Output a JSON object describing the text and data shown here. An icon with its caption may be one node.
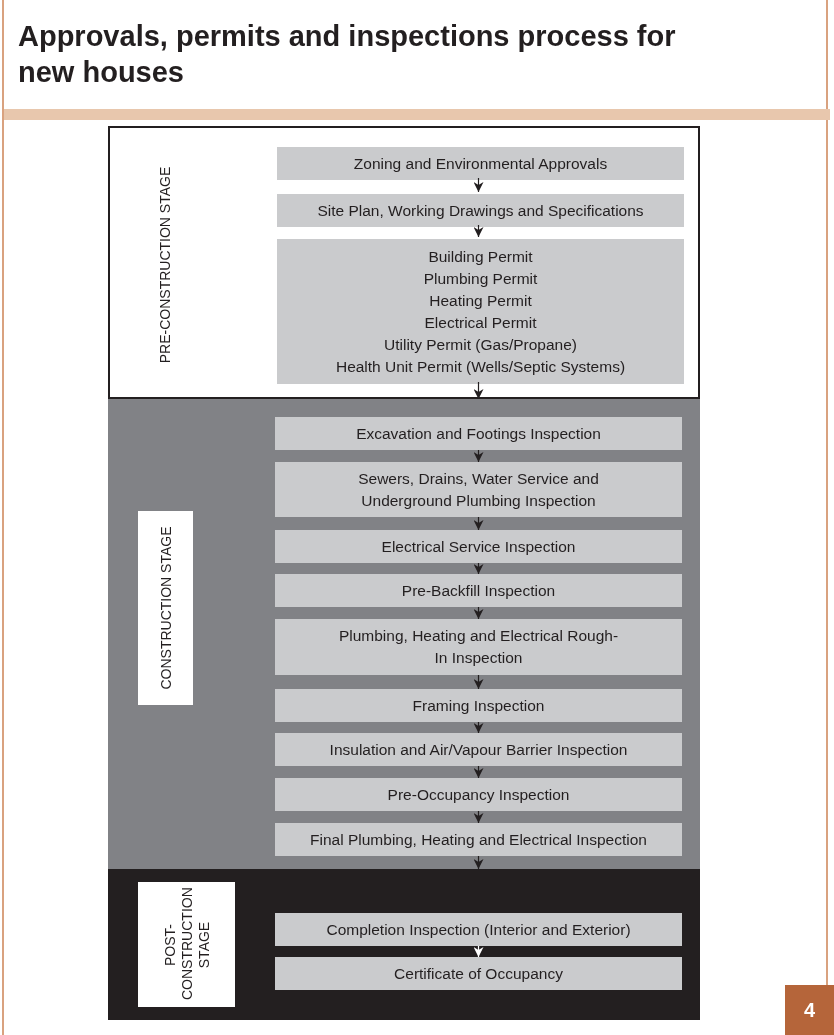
{
  "diagram": {
    "title": "Approvals, permits and inspections process for new houses",
    "nodes": [
      {
        "text": [
          "PRE-CONSTRUCTION STAGE"
        ]
      },
      {
        "text": [
          "Zoning and Environmental Approvals"
        ],
        "in": 0
      },
      {
        "text": [
          "Site Plan, Working Drawings and Specifications"
        ],
        "in": 0
      },
      {
        "text": [
          "Building Permit",
          "Plumbing Permit",
          "Heating Permit",
          "Electrical Permit",
          "Utility Permit (Gas/Propane)",
          "Health Unit Permit (Wells/Septic Systems)"
        ],
        "in": 0
      },
      {
        "text": [],
        "shape": "box"
      },
      {
        "text": [
          "CONSTRUCTION STAGE"
        ],
        "in": 4
      },
      {
        "text": [
          "Excavation and Footings Inspection"
        ],
        "in": 4
      },
      {
        "text": [
          "Sewers, Drains, Water Service and Underground Plumbing Inspection"
        ],
        "in": 4
      },
      {
        "text": [
          "Electrical Service Inspection"
        ],
        "in": 4
      },
      {
        "text": [
          "Pre-Backfill Inspection"
        ],
        "in": 4
      },
      {
        "text": [
          "Plumbing, Heating and Electrical Rough-In Inspection"
        ],
        "in": 4
      },
      {
        "text": [
          "Framing Inspection"
        ],
        "in": 4
      },
      {
        "text": [
          "Insulation and Air/Vapour Barrier Inspection"
        ],
        "in": 4
      },
      {
        "text": [
          "Pre-Occupancy Inspection"
        ],
        "in": 4
      },
      {
        "text": [
          "Final Plumbing, Heating and Electrical Inspection"
        ],
        "in": 4
      },
      {
        "text": [],
        "shape": "box"
      },
      {
        "text": [
          "POST-CONSTRUCTION STAGE"
        ],
        "in": 15
      },
      {
        "text": [
          "Completion Inspection (Interior and Exterior)"
        ],
        "in": 15
      },
      {
        "text": [
          "Certificate of Occupancy"
        ],
        "in": 15
      }
    ],
    "edges": [
      {
        "from": 1,
        "to": 2,
        "arrow": "to"
      },
      {
        "from": 2,
        "to": 3,
        "arrow": "to"
      },
      {
        "from": 3,
        "to": 4,
        "arrow": "to"
      },
      {
        "from": 6,
        "to": 7,
        "arrow": "to"
      },
      {
        "from": 7,
        "to": 8,
        "arrow": "to"
      },
      {
        "from": 8,
        "to": 9,
        "arrow": "to"
      },
      {
        "from": 9,
        "to": 10,
        "arrow": "to"
      },
      {
        "from": 10,
        "to": 11,
        "arrow": "to"
      },
      {
        "from": 11,
        "to": 12,
        "arrow": "to"
      },
      {
        "from": 12,
        "to": 13,
        "arrow": "to"
      },
      {
        "from": 13,
        "to": 14,
        "arrow": "to"
      },
      {
        "from": 14,
        "to": 15,
        "arrow": "to"
      },
      {
        "from": 17,
        "to": 18,
        "arrow": "to",
        "color": "#ffffff"
      }
    ],
    "labels": [
      "4"
    ]
  }
}
